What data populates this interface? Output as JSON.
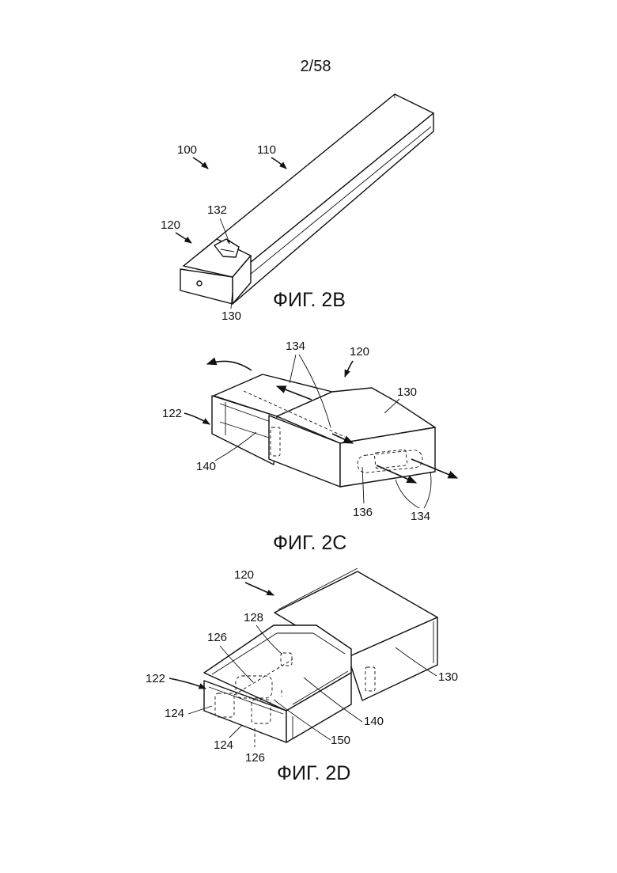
{
  "page": {
    "number": "2/58"
  },
  "figures": [
    {
      "caption": "ФИГ. 2B",
      "labels": {
        "device": "100",
        "body": "110",
        "pod": "120",
        "window": "132",
        "cap": "130"
      }
    },
    {
      "caption": "ФИГ. 2C",
      "labels": {
        "flow_top": "134",
        "pod": "120",
        "cap": "130",
        "pod_end": "122",
        "tank": "140",
        "opening": "136",
        "flow_bottom": "134"
      }
    },
    {
      "caption": "ФИГ. 2D",
      "labels": {
        "pod": "120",
        "channel_top": "128",
        "channel_a": "126",
        "cap": "130",
        "pod_end": "122",
        "port_a": "124",
        "port_b": "124",
        "channel_b": "126",
        "tank": "140",
        "wick": "150"
      }
    }
  ]
}
